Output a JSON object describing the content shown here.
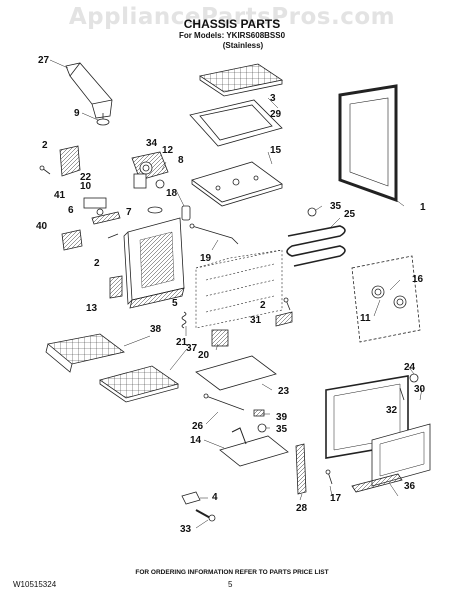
{
  "header": {
    "watermark": "AppliancePartsPros.com",
    "title": "CHASSIS PARTS",
    "models_line": "For Models: YKIRS608BSS0",
    "finish": "(Stainless)"
  },
  "footer": {
    "ordering_info": "FOR ORDERING INFORMATION REFER TO PARTS PRICE LIST",
    "document_number": "W10515324",
    "page_number": "5"
  },
  "callouts": [
    "27",
    "9",
    "3",
    "29",
    "2",
    "22",
    "34",
    "12",
    "8",
    "15",
    "41",
    "10",
    "18",
    "6",
    "7",
    "40",
    "35",
    "25",
    "1",
    "2",
    "19",
    "16",
    "13",
    "5",
    "2",
    "31",
    "11",
    "38",
    "21",
    "37",
    "20",
    "24",
    "23",
    "32",
    "30",
    "26",
    "39",
    "35",
    "14",
    "4",
    "28",
    "17",
    "36",
    "33"
  ]
}
